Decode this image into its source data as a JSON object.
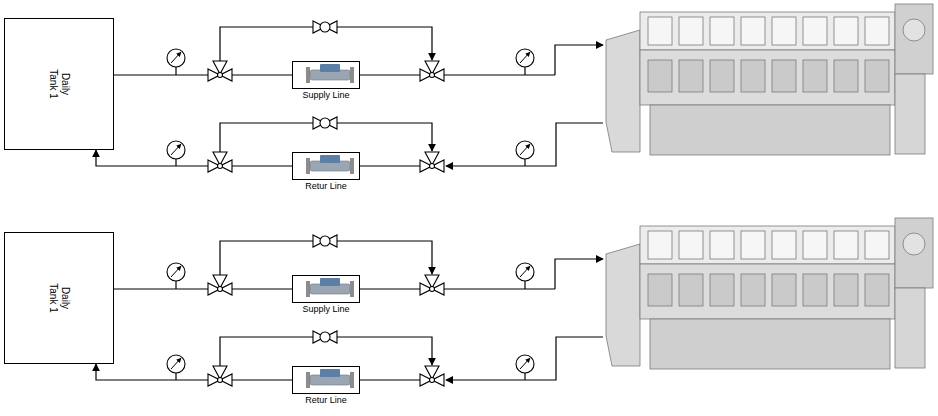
{
  "diagram": {
    "nodes": [
      {
        "text": [
          "Daily Tank 1"
        ]
      },
      {
        "text": [
          "Supply Line"
        ]
      },
      {
        "text": [
          "Retur Line"
        ]
      },
      {
        "text": [
          "Daily Tank 1"
        ]
      },
      {
        "text": [
          "Supply Line"
        ]
      },
      {
        "text": [
          "Retur Line"
        ]
      }
    ],
    "edges": [
      {
        "from": 0,
        "to": 1,
        "arrow": "none"
      },
      {
        "from": 2,
        "to": 0,
        "arrow": "to"
      },
      {
        "from": 3,
        "to": 4,
        "arrow": "none"
      },
      {
        "from": 5,
        "to": 3,
        "arrow": "to"
      }
    ]
  }
}
